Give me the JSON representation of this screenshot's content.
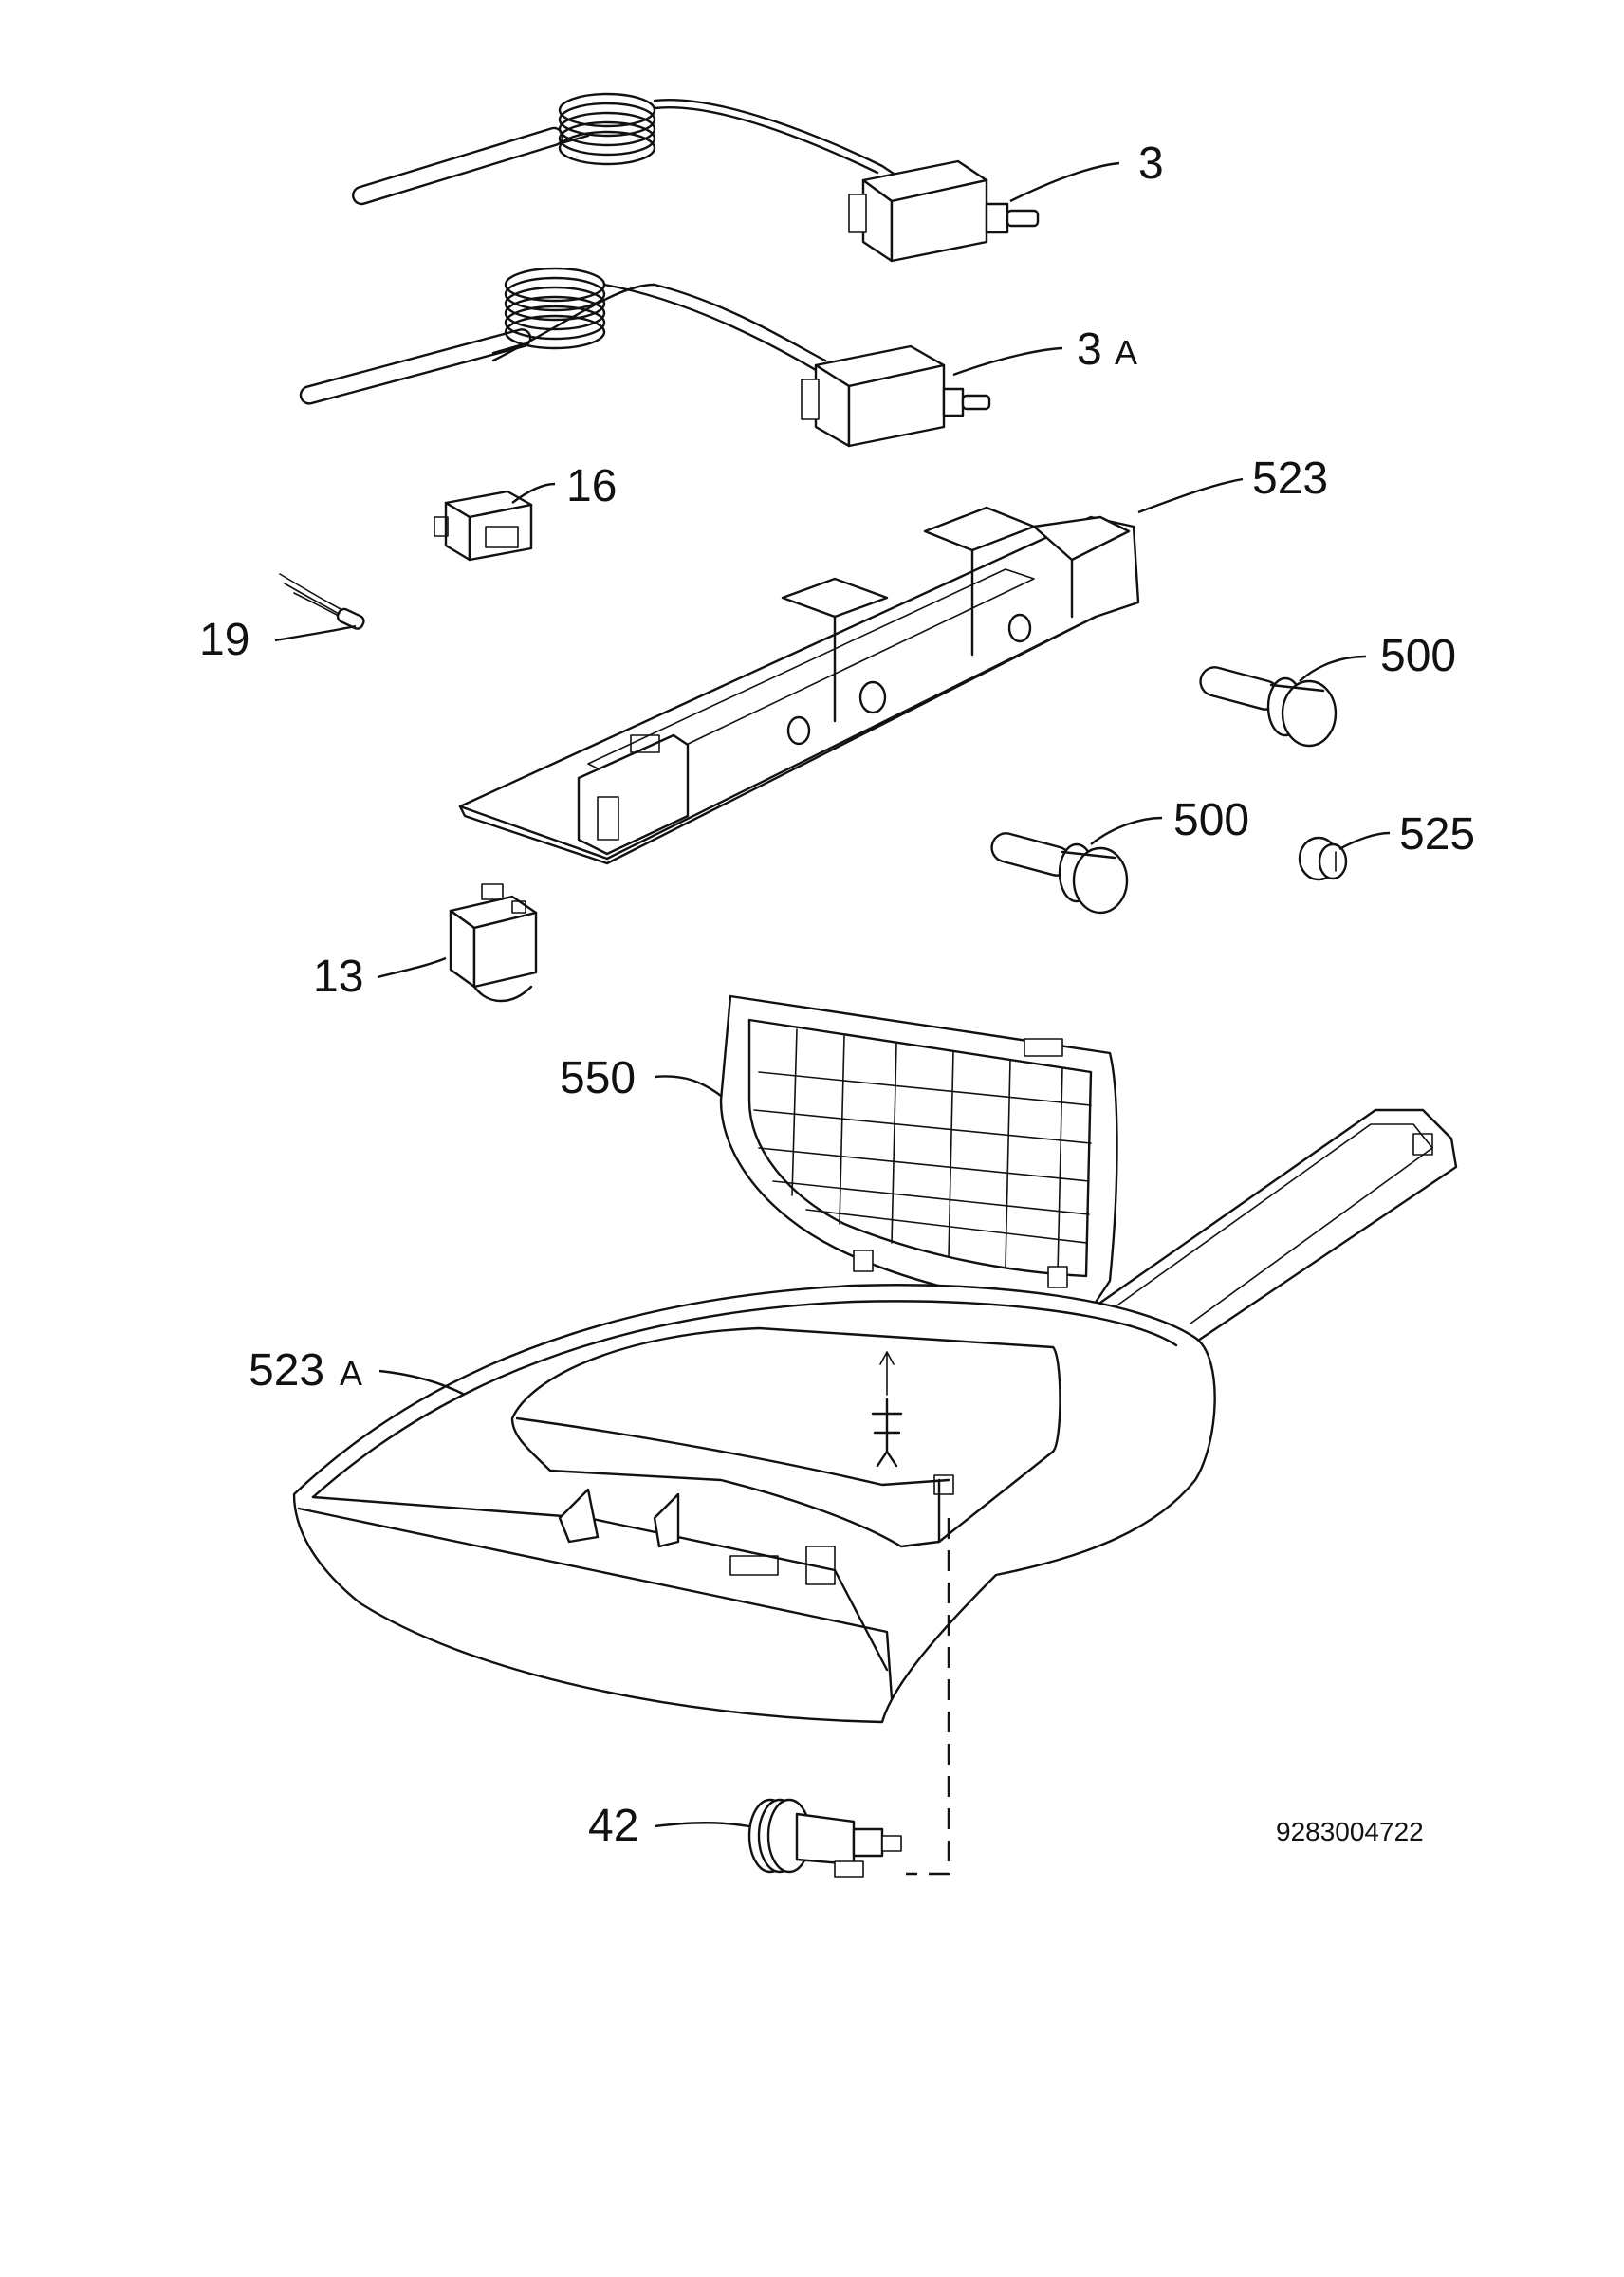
{
  "labels": {
    "p3": "3",
    "p3a_num": "3",
    "p3a_suffix": "A",
    "p16": "16",
    "p19": "19",
    "p523": "523",
    "p500a": "500",
    "p500b": "500",
    "p525": "525",
    "p13": "13",
    "p550": "550",
    "p523a_num": "523",
    "p523a_suffix": "A",
    "p42": "42"
  },
  "drawing_number": "9283004722"
}
